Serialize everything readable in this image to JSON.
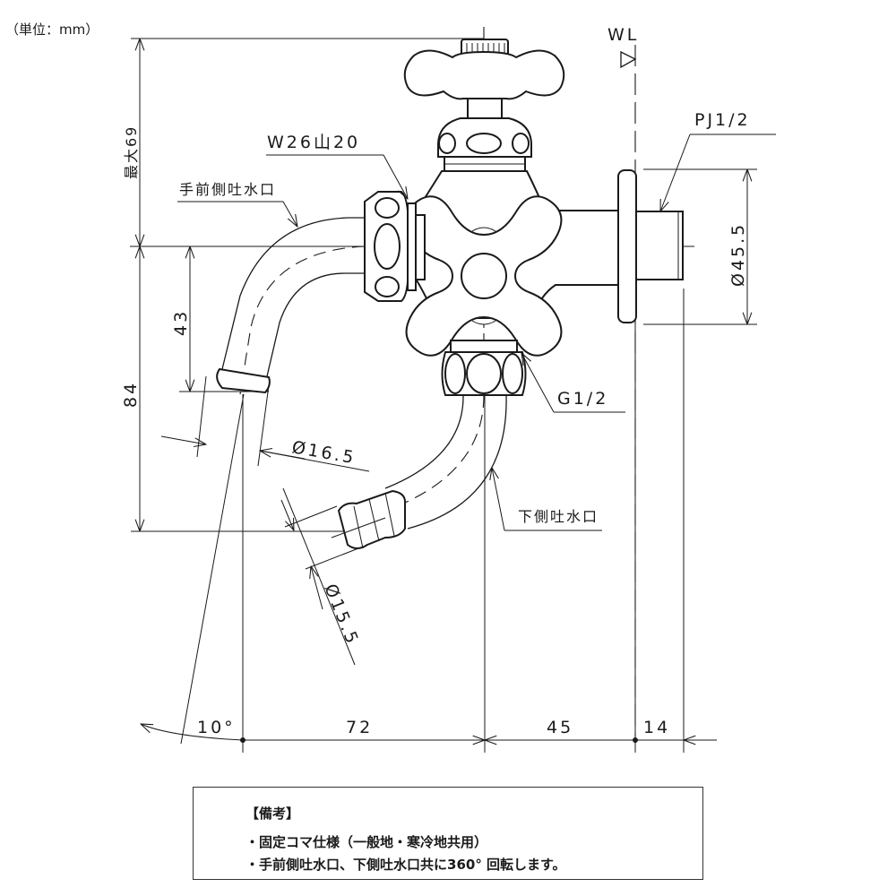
{
  "unit_label": "（単位：mm）",
  "labels": {
    "max_height": "最大69",
    "thread_w26": "W26山20",
    "front_spout": "手前側吐水口",
    "bottom_spout": "下側吐水口",
    "wl": "WL",
    "pj": "PJ1/2",
    "g12": "G1/2",
    "dia_flange": "Ø45.5",
    "dia_front": "Ø16.5",
    "dia_bottom": "Ø15.5"
  },
  "dimensions": {
    "vertical": [
      "43",
      "84"
    ],
    "angle": "10°",
    "horizontal": [
      "72",
      "45",
      "14"
    ]
  },
  "notes": {
    "title": "【備考】",
    "items": [
      "・固定コマ仕様（一般地・寒冷地共用）",
      "・手前側吐水口、下側吐水口共に360° 回転します。"
    ]
  }
}
